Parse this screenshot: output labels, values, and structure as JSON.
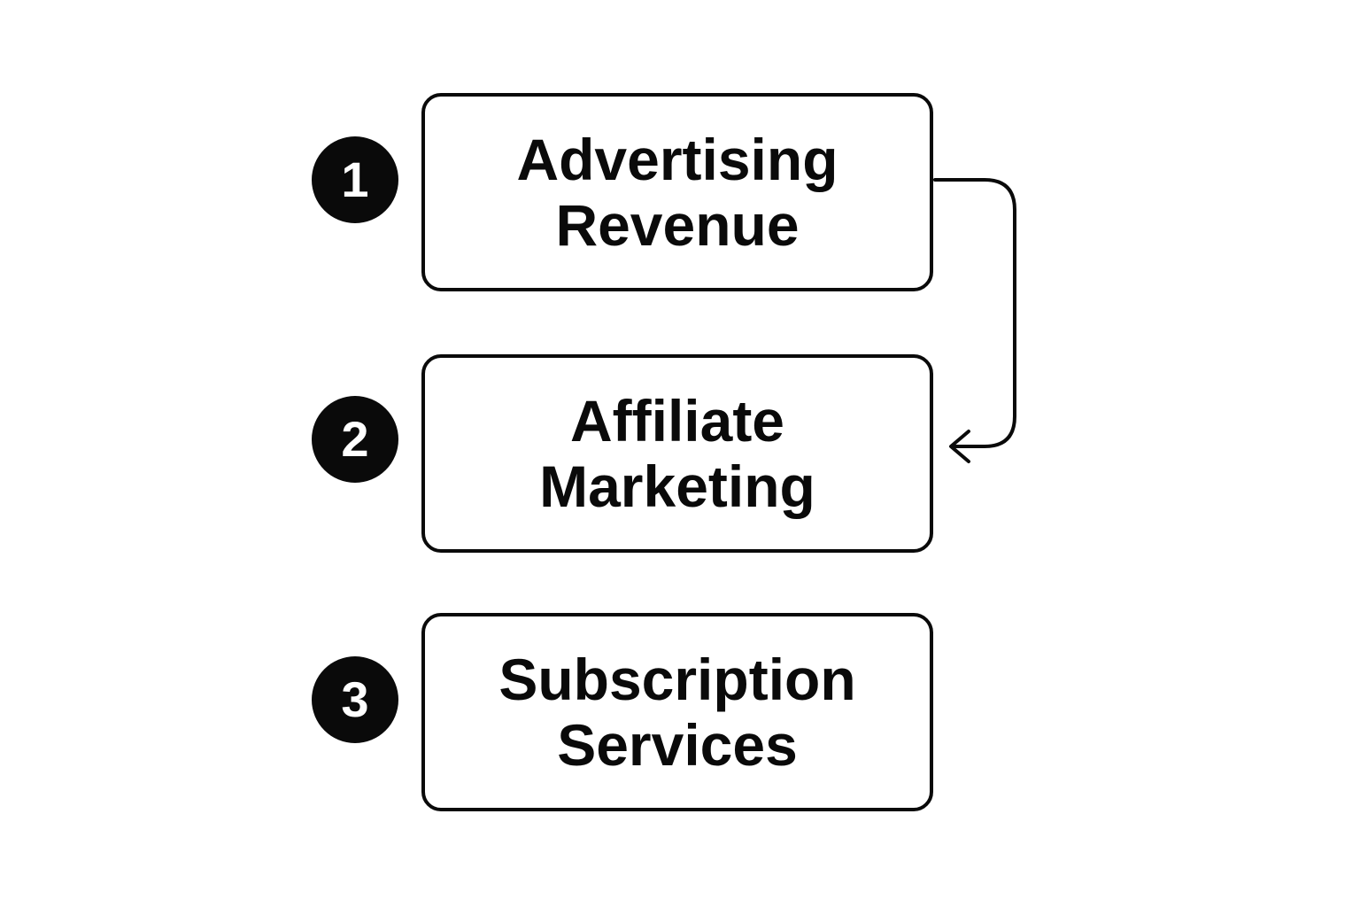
{
  "steps": [
    {
      "number": "1",
      "line1": "Advertising",
      "line2": "Revenue"
    },
    {
      "number": "2",
      "line1": "Affiliate",
      "line2": "Marketing"
    },
    {
      "number": "3",
      "line1": "Subscription",
      "line2": "Services"
    }
  ],
  "connector": {
    "from_step": "1",
    "to_step": "2"
  },
  "colors": {
    "ink": "#0a0a0a",
    "background": "#ffffff"
  }
}
